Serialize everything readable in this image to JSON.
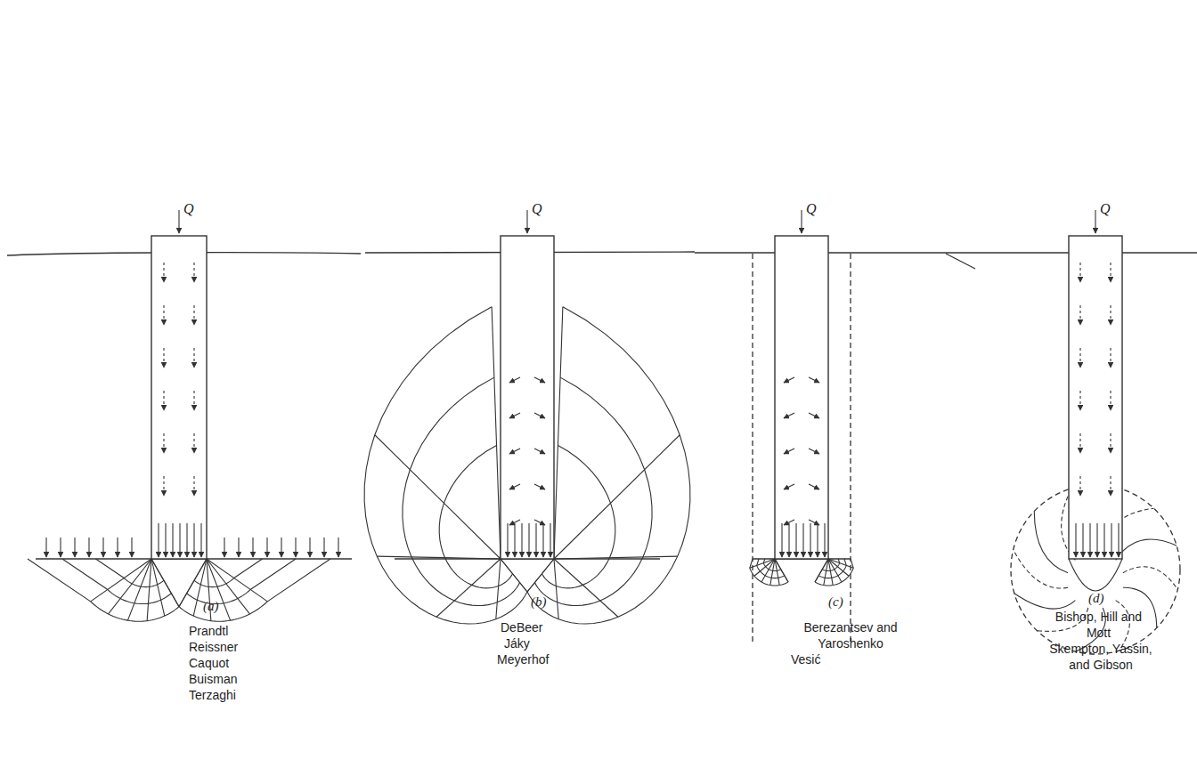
{
  "diagram": {
    "labels": [
      "Q",
      "Q",
      "Q",
      "Q",
      "(a)",
      "(b)",
      "(c)",
      "(d)",
      "Prandtl",
      "Reissner",
      "Caquot",
      "Buisman",
      "Terzaghi",
      "DeBeer",
      "Jáky",
      "Meyerhof",
      "Berezantsev and Yaroshenko",
      "Vesić",
      "Bishop, Hill and Mott",
      "Skempton, Yassin, and Gibson"
    ]
  }
}
